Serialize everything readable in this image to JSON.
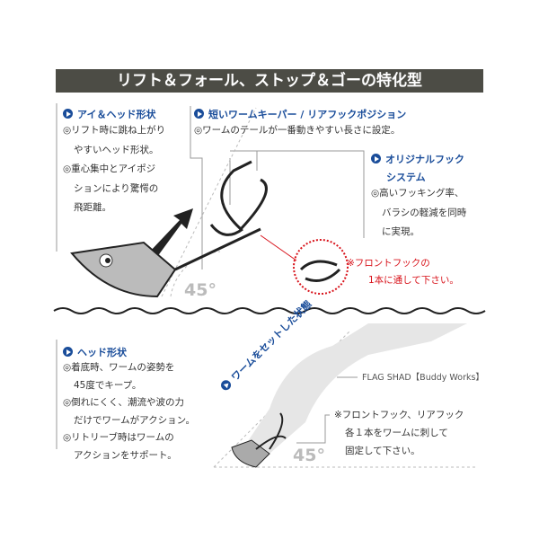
{
  "title": "リフト＆フォール、ストップ＆ゴーの特化型",
  "eye_head": {
    "heading": "アイ＆ヘッド形状",
    "lines": [
      "◎リフト時に跳ね上がり",
      "やすいヘッド形状。",
      "◎重心集中とアイポジ",
      "ションにより驚愕の",
      "飛距離。"
    ]
  },
  "keeper": {
    "heading": "短いワームキーパー / リアフックポジション",
    "lines": [
      "◎ワームのテールが一番動きやすい長さに設定。"
    ]
  },
  "hook_system": {
    "heading": "オリジナルフック",
    "heading2": "システム",
    "lines": [
      "◎高いフッキング率、",
      "バラシの軽減を同時",
      "に実現。"
    ]
  },
  "front_note": [
    "※フロントフックの",
    "1本に通して下さい。"
  ],
  "angle_label": "45°",
  "head_shape": {
    "heading": "ヘッド形状",
    "lines": [
      "◎着底時、ワームの姿勢を",
      "45度でキープ。",
      "◎倒れにくく、潮流や波の力",
      "だけでワームがアクション。",
      "◎リトリーブ時はワームの",
      "アクションをサポート。"
    ]
  },
  "set_state": "ワームをセットした状態",
  "worm_label": "FLAG SHAD【Buddy Works】",
  "set_note": [
    "※フロントフック、リアフック",
    "各１本をワームに刺して",
    "固定して下さい。"
  ],
  "colors": {
    "accent": "#1a4d9a",
    "title_bg": "#4c4c45",
    "note": "#d8131b"
  }
}
